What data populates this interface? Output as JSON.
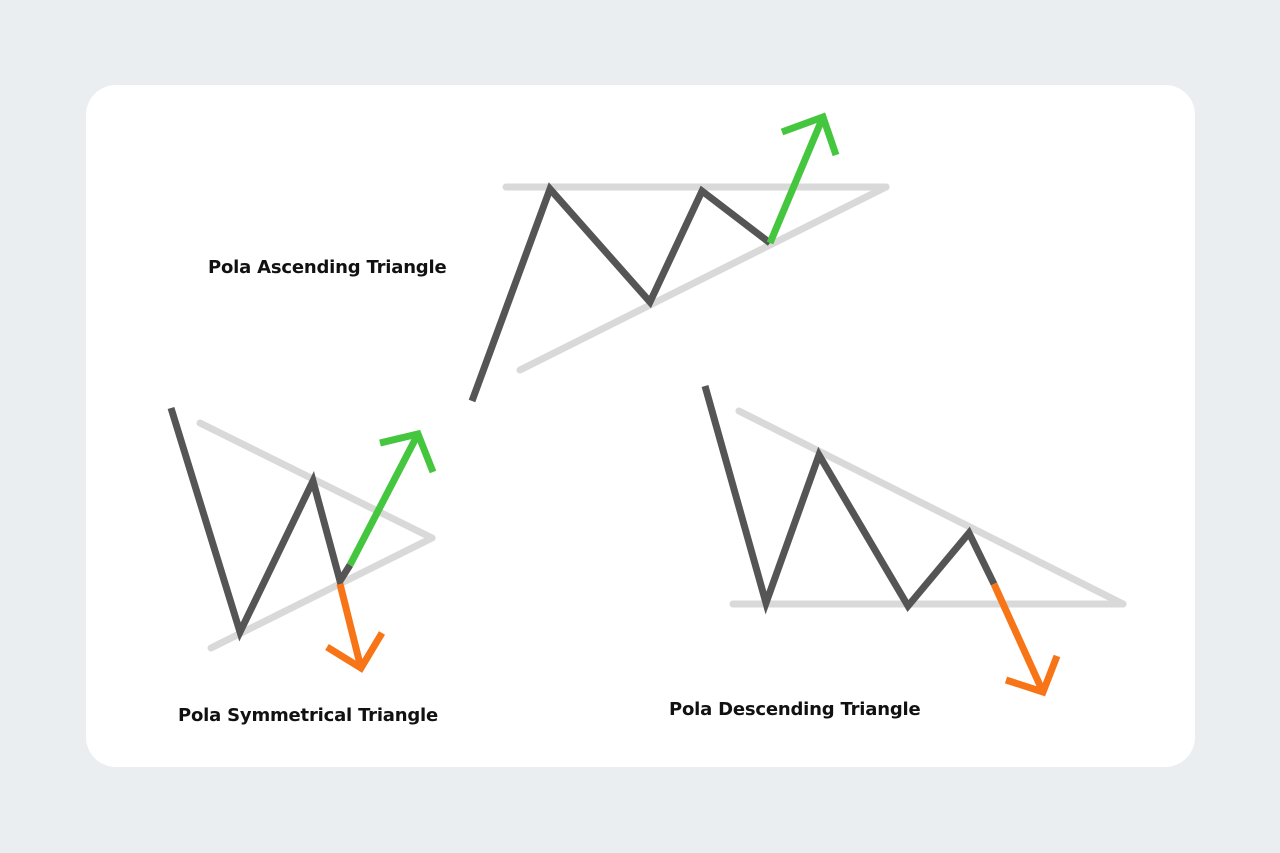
{
  "labels": {
    "ascending": "Pola Ascending Triangle",
    "symmetrical": "Pola Symmetrical Triangle",
    "descending": "Pola Descending Triangle"
  },
  "colors": {
    "background": "#ebeef1",
    "card": "#ffffff",
    "price_line": "#555555",
    "trend_line": "#d9d9d9",
    "breakout_up": "#44c63e",
    "breakout_down": "#f77417"
  }
}
